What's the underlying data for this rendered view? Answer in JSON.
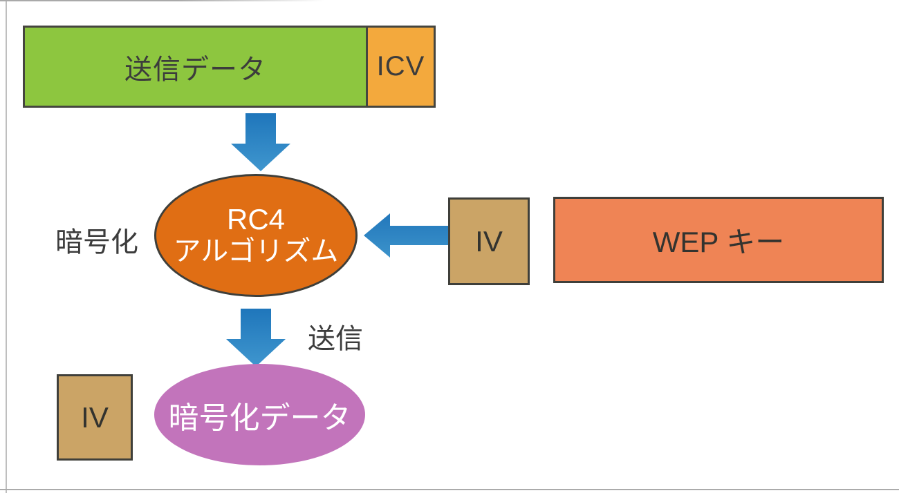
{
  "nodes": {
    "send_data": {
      "label": "送信データ"
    },
    "icv": {
      "label": "ICV"
    },
    "rc4": {
      "line1": "RC4",
      "line2": "アルゴリズム"
    },
    "iv_mid": {
      "label": "IV"
    },
    "wep_key": {
      "label": "WEP キー"
    },
    "cipher_data": {
      "label": "暗号化データ"
    },
    "iv_bottom": {
      "label": "IV"
    }
  },
  "labels": {
    "encrypt": "暗号化",
    "send": "送信"
  },
  "icons": {
    "down_arrow_1": "down-arrow-icon",
    "down_arrow_2": "down-arrow-icon",
    "left_arrow": "left-arrow-icon"
  },
  "colors": {
    "plain_data_green": "#8dc63f",
    "icv_amber": "#f3a93d",
    "rc4_orange": "#e06e14",
    "iv_tan": "#cba466",
    "wep_salmon": "#ef8455",
    "cipher_purple": "#c274bb",
    "arrow_blue": "#1f76bb",
    "arrow_blue_light": "#3f96ce",
    "box_border_dark": "#45453f",
    "text_dark": "#3c3c3c",
    "frame_gray": "#b5b5b5",
    "background": "#ffffff"
  }
}
